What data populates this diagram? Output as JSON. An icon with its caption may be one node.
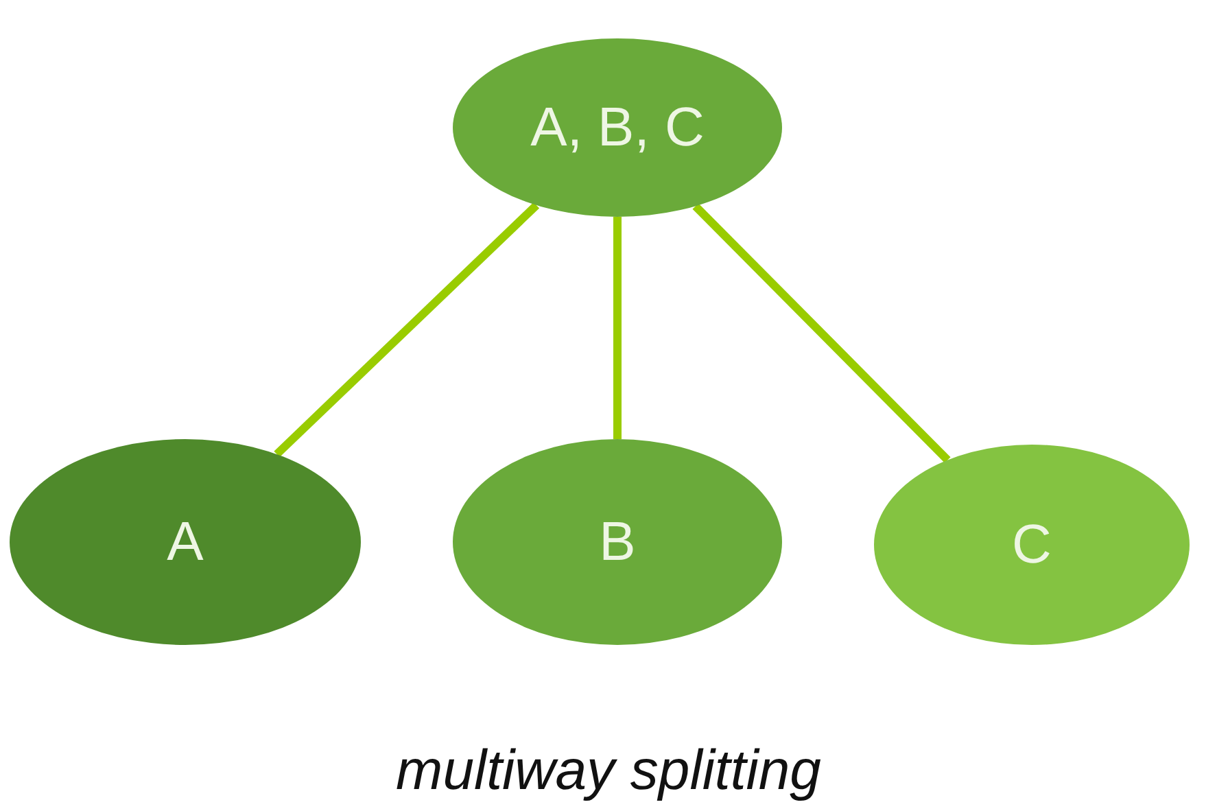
{
  "diagram": {
    "caption": "multiway splitting",
    "nodes": [
      {
        "text": [
          "A, B, C"
        ]
      },
      {
        "text": [
          "A"
        ]
      },
      {
        "text": [
          "B"
        ]
      },
      {
        "text": [
          "C"
        ]
      }
    ],
    "edges": [
      {
        "from": 0,
        "to": 1,
        "arrow": "none"
      },
      {
        "from": 0,
        "to": 2,
        "arrow": "none"
      },
      {
        "from": 0,
        "to": 3,
        "arrow": "none"
      }
    ]
  }
}
